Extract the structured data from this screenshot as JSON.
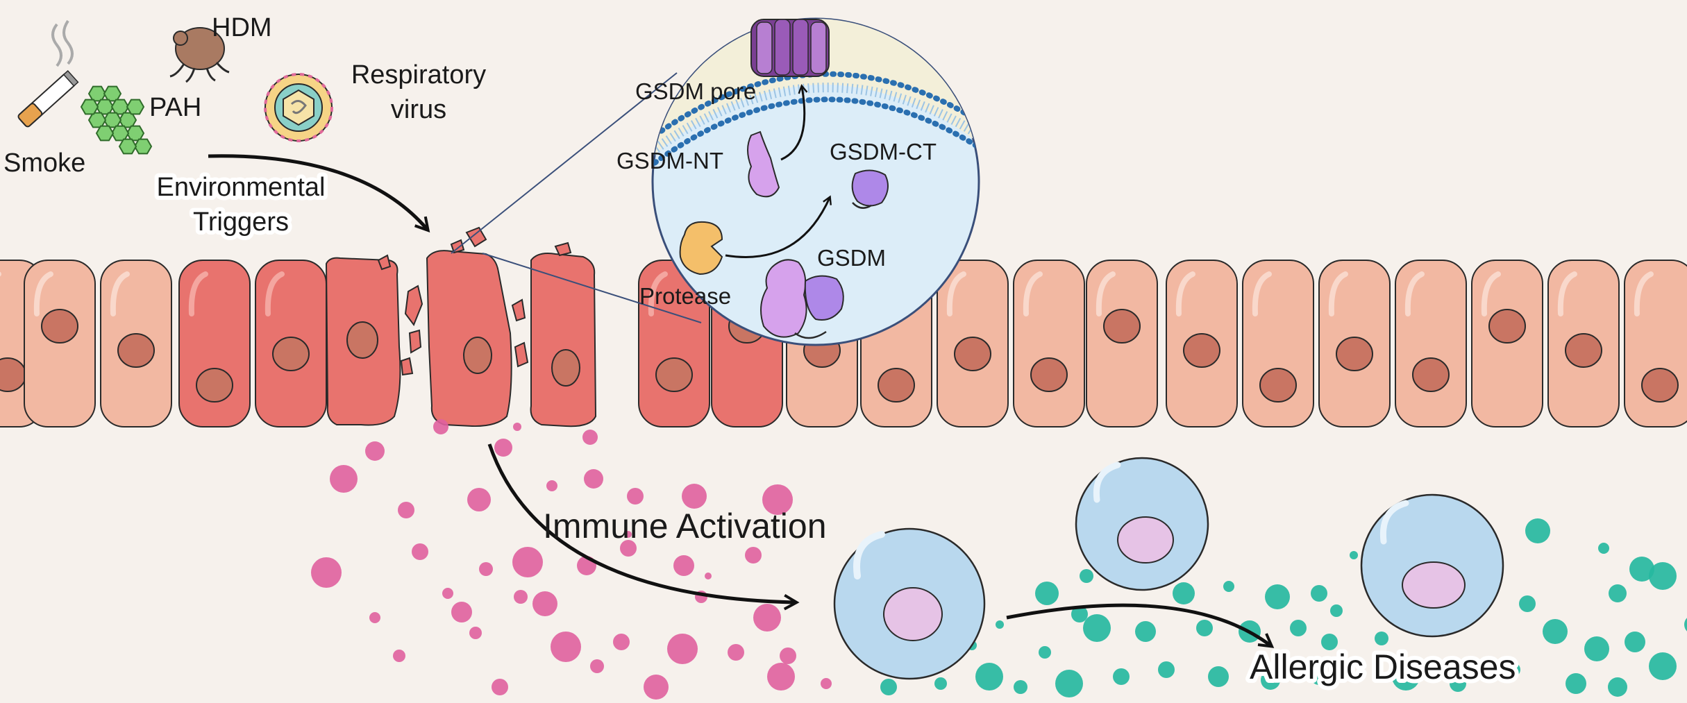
{
  "triggers": {
    "smoke": "Smoke",
    "pah": "PAH",
    "hdm": "HDM",
    "virus_line1": "Respiratory",
    "virus_line2": "virus",
    "environmental_line1": "Environmental",
    "environmental_line2": "Triggers"
  },
  "inset": {
    "gsdm_pore": "GSDM pore",
    "gsdm_nt": "GSDM-NT",
    "gsdm_ct": "GSDM-CT",
    "gsdm": "GSDM",
    "protease": "Protease"
  },
  "outcomes": {
    "immune_activation": "Immune Activation",
    "allergic_diseases": "Allergic Diseases"
  },
  "colors": {
    "background": "#f6f1ec",
    "healthy_cell": "#f2b8a2",
    "damaged_cell": "#e8736e",
    "nucleus": "#c97563",
    "inset_fill": "#dcedf8",
    "gsdm_purple": "#cc9be6",
    "protease_orange": "#f4bf6a",
    "pink_particle": "#e0609f",
    "teal_particle": "#26b8a0",
    "immune_cell": "#b9d8ee",
    "immune_nucleus": "#e6c3e6"
  }
}
